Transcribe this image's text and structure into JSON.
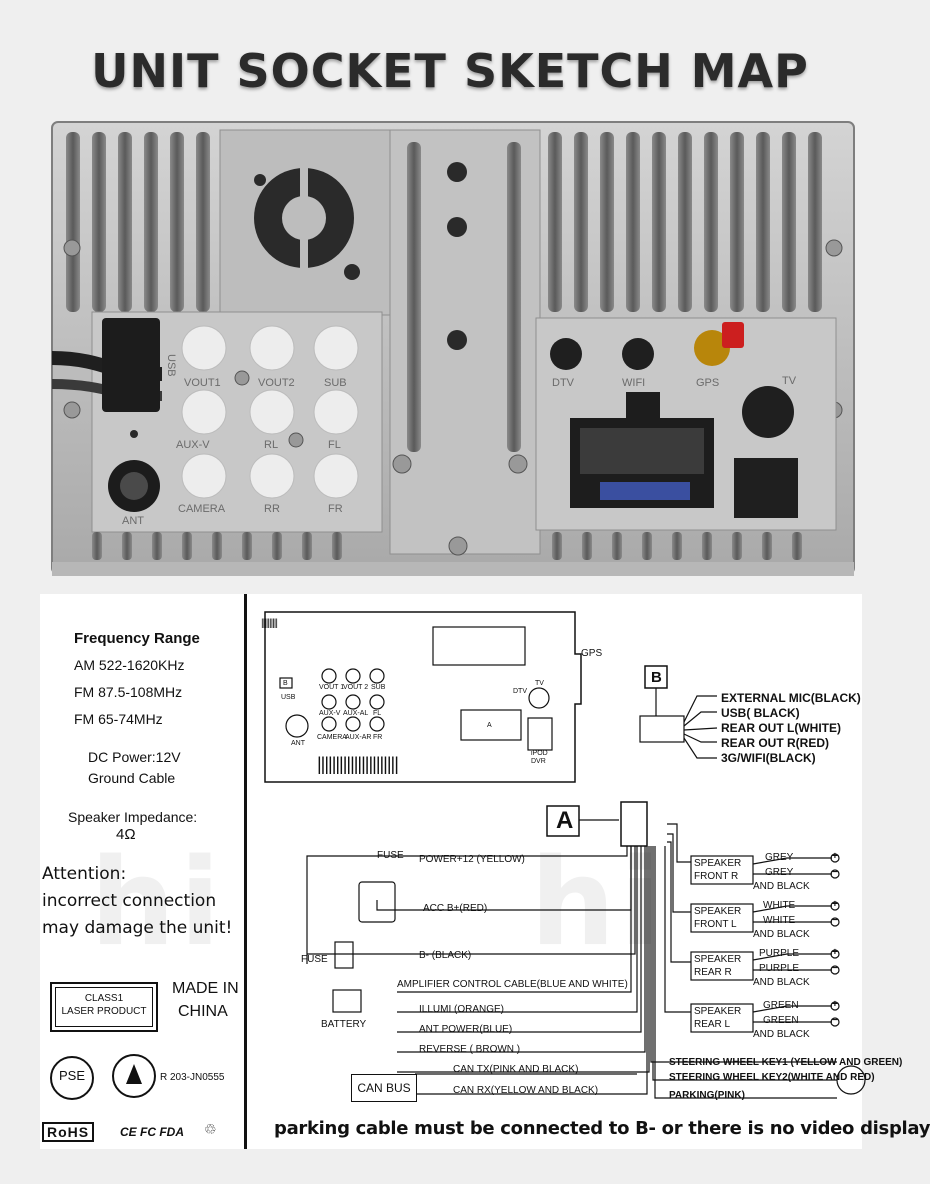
{
  "title": "UNIT SOCKET SKETCH MAP",
  "photo": {
    "port_labels": [
      "USB",
      "VOUT1",
      "VOUT2",
      "SUB",
      "AUX-V",
      "RL",
      "FL",
      "CAMERA",
      "RR",
      "FR",
      "ANT",
      "DTV",
      "WIFI",
      "GPS",
      "TV"
    ]
  },
  "info": {
    "freq_title": "Frequency Range",
    "am": "AM 522-1620KHz",
    "fm1": "FM 87.5-108MHz",
    "fm2": "FM 65-74MHz",
    "dc1": "DC Power:12V",
    "dc2": "Ground Cable",
    "imp1": "Speaker Impedance:",
    "imp2": "4Ω",
    "att1": "Attention:",
    "att2": "incorrect connection",
    "att3": "may damage the unit!",
    "class1": "CLASS1",
    "class2": "LASER PRODUCT",
    "made1": "MADE IN",
    "made2": "CHINA",
    "pse": "PSE",
    "reg": "R 203-JN0555",
    "rohs": "RoHS",
    "certs": "CE FC FDA"
  },
  "diagram": {
    "gps": "GPS",
    "usb": "USB",
    "b_small": "B",
    "vout1": "VOUT 1",
    "vout2": "VOUT 2",
    "sub": "SUB",
    "auxv": "AUX-V",
    "auxal": "AUX-AL",
    "fl": "FL",
    "ant": "ANT",
    "camera": "CAMERA",
    "auxar": "AUX-AR",
    "fr": "FR",
    "dtv": "DTV",
    "tv": "TV",
    "a_small": "A",
    "ipod": "iPOD",
    "dvr": "DVR",
    "box_b": "B",
    "box_a": "A",
    "b_items": [
      "EXTERNAL MIC(BLACK)",
      "USB( BLACK)",
      "REAR OUT L(WHITE)",
      "REAR OUT R(RED)",
      "3G/WIFI(BLACK)"
    ],
    "fuse_top": "FUSE",
    "power12": "POWER+12 (YELLOW)",
    "acc": "ACC B+(RED)",
    "fuse_left": "FUSE",
    "bminus": "B- (BLACK)",
    "amp": "AMPLIFIER CONTROL CABLE(BLUE AND WHITE)",
    "battery": "BATTERY",
    "illumi": "ILLUMI (ORANGE)",
    "antpower": "ANT POWER(BLUE)",
    "reverse": "REVERSE ( BROWN )",
    "cantx": "CAN TX(PINK AND BLACK)",
    "canrx": "CAN RX(YELLOW AND BLACK)",
    "canbus": "CAN BUS",
    "sw1": "STEERING WHEEL KEY1 (YELLOW AND GREEN)",
    "sw2": "STEERING WHEEL KEY2(WHITE AND RED)",
    "parking": "PARKING(PINK)",
    "speakers": [
      {
        "l1": "SPEAKER",
        "l2": "FRONT   R",
        "c1": "GREY",
        "c2": "GREY",
        "c3": "AND BLACK"
      },
      {
        "l1": "SPEAKER",
        "l2": "FRONT   L",
        "c1": "WHITE",
        "c2": "WHITE",
        "c3": "AND BLACK"
      },
      {
        "l1": "SPEAKER",
        "l2": "REAR    R",
        "c1": "PURPLE",
        "c2": "PURPLE",
        "c3": "AND BLACK"
      },
      {
        "l1": "SPEAKER",
        "l2": "REAR    L",
        "c1": "GREEN",
        "c2": "GREEN",
        "c3": "AND BLACK"
      }
    ],
    "plus": "+",
    "minus": "−"
  },
  "note": "parking cable must be connected to B- or there is no video display"
}
